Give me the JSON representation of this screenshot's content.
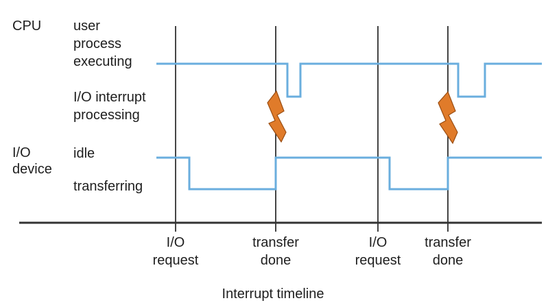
{
  "caption": "Interrupt timeline",
  "labels": {
    "cpu": "CPU",
    "io_device": "I/O\ndevice",
    "user_process": "user\nprocess\nexecuting",
    "io_interrupt": "I/O interrupt\nprocessing",
    "idle": "idle",
    "transferring": "transferring"
  },
  "events": [
    "I/O\nrequest",
    "transfer\ndone",
    "I/O\nrequest",
    "transfer\ndone"
  ],
  "colors": {
    "signal_line": "#6aaede",
    "axis_line": "#333333",
    "marker_line": "#444444",
    "interrupt_bolt": "#e07b2a",
    "interrupt_bolt_outline": "#9a4d12",
    "text": "#1e1e1e"
  },
  "icons": {
    "interrupt": "lightning-bolt-icon"
  }
}
